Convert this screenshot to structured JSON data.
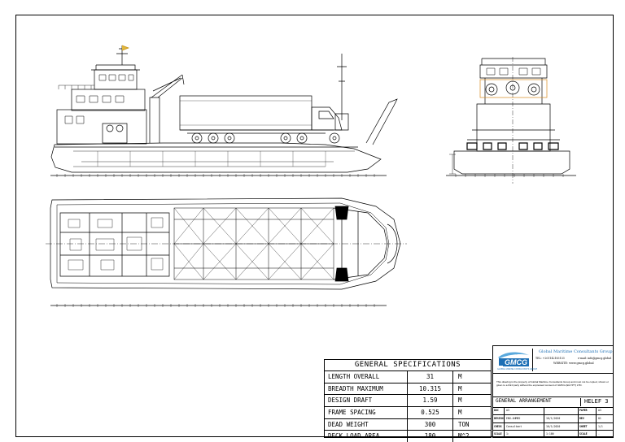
{
  "drawing": {
    "general_specifications": {
      "title": "GENERAL SPECIFICATIONS",
      "rows": [
        {
          "label": "LENGTH OVERALL",
          "value": "31",
          "unit": "M"
        },
        {
          "label": "BREADTH MAXIMUM",
          "value": "10.315",
          "unit": "M"
        },
        {
          "label": "DESIGN DRAFT",
          "value": "1.59",
          "unit": "M"
        },
        {
          "label": "FRAME SPACING",
          "value": "0.525",
          "unit": "M"
        },
        {
          "label": "DEAD WEIGHT",
          "value": "300",
          "unit": "TON"
        },
        {
          "label": "DECK LOAD AREA",
          "value": "180",
          "unit": "M^2"
        }
      ]
    },
    "title_block": {
      "logo_text": "GMCG",
      "logo_subtext": "GLOBAL MARINE CONSULTANTS GROUP",
      "company": "Global Maritime Consultants Group",
      "tel": "TEL: +201142183133",
      "email": "e-mail: info@gmcg.global",
      "website": "WEBSITE: www.gmcg.global",
      "note": "This drawing is the property of Global Maritime Consultants Group and must not be copied, shown or given to a third party without the expressed consent of GMCG (EGYPT) LTD.",
      "drawing_title": "GENERAL ARRANGEMENT",
      "project_name": "HELEF 3",
      "grid": [
        [
          "DOC",
          "A3",
          "",
          "PAPER",
          "A3"
        ],
        [
          "DESIGN",
          "ENG.AHMED",
          "16/1/2020",
          "REV",
          "01"
        ],
        [
          "CHECK",
          "Consultant",
          "16/1/2020",
          "SHEET",
          "1/1"
        ],
        [
          "SCALE",
          "1:",
          "1:100",
          "SCALE",
          "-"
        ]
      ],
      "logo_color": "#1d6fb5"
    }
  }
}
